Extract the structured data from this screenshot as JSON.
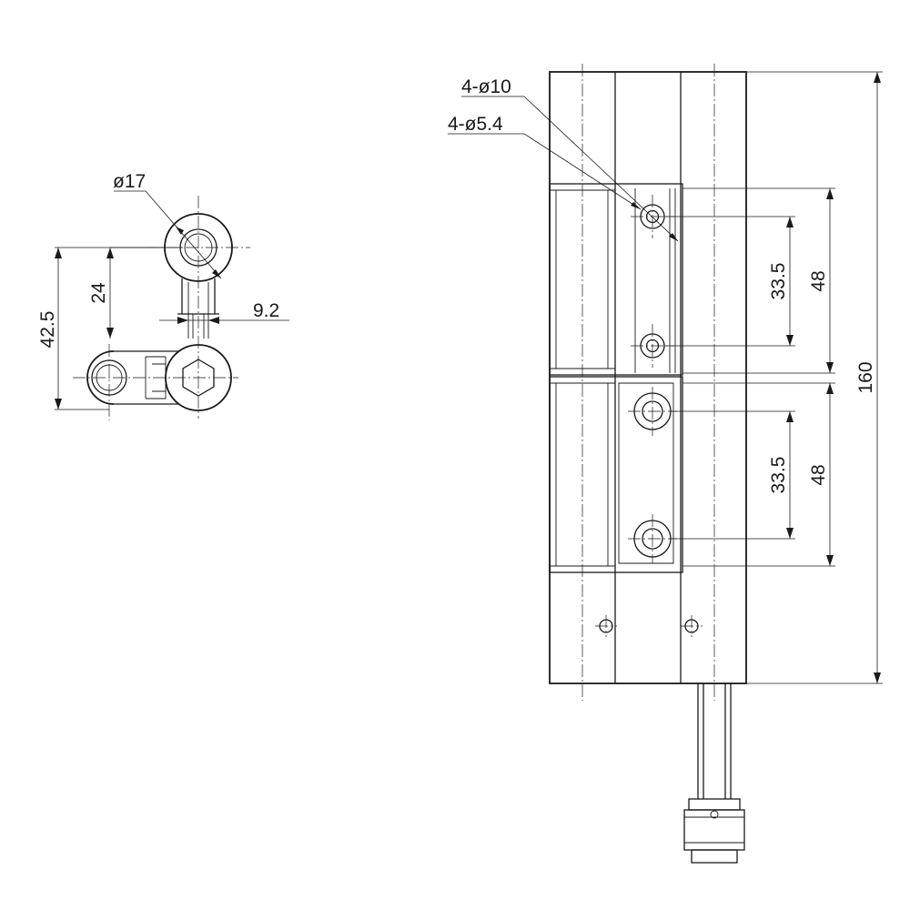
{
  "side_view": {
    "pin_diameter": "ø17",
    "leaf_height": "24",
    "overall_height": "42.5",
    "slot_width": "9.2"
  },
  "front_view": {
    "large_holes": "4-ø10",
    "small_holes": "4-ø5.4",
    "upper_hole_pitch": "33.5",
    "upper_leaf_height": "48",
    "lower_hole_pitch": "33.5",
    "lower_leaf_height": "48",
    "overall_length": "160"
  }
}
